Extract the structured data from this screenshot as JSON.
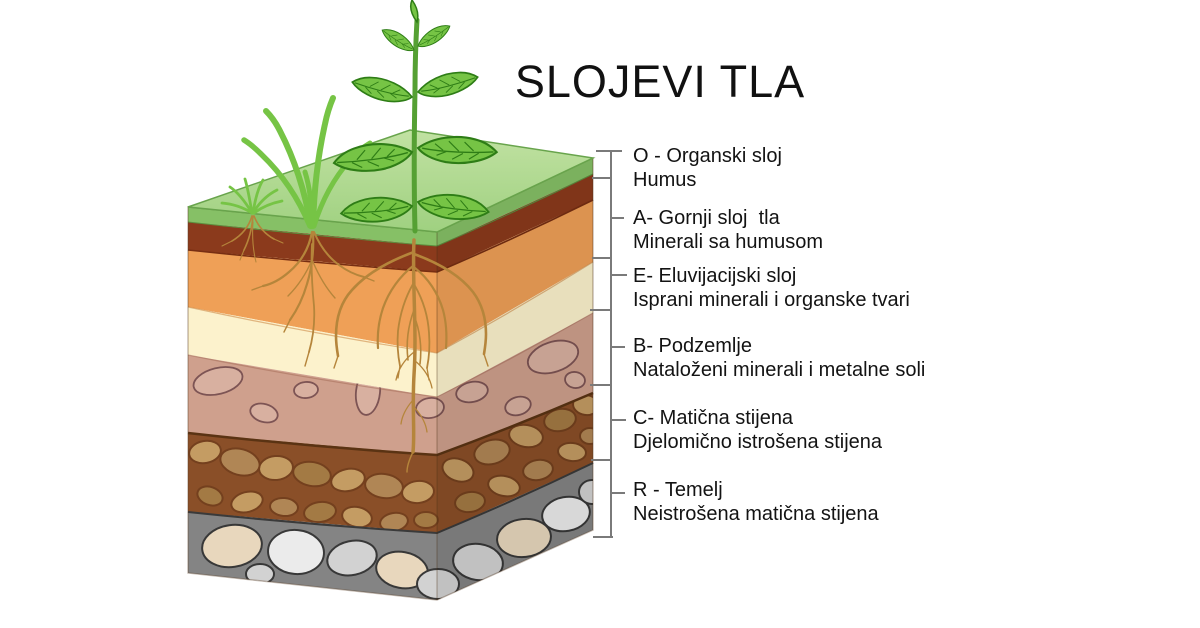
{
  "title": "SLOJEVI TLA",
  "labels": [
    {
      "code": "O - Organski sloj",
      "desc": "Humus"
    },
    {
      "code": "A- Gornji sloj  tla",
      "desc": "Minerali sa humusom"
    },
    {
      "code": "E- Eluvijacijski sloj",
      "desc": "Isprani minerali i organske tvari"
    },
    {
      "code": "B- Podzemlje",
      "desc": "Nataloženi minerali i metalne soli"
    },
    {
      "code": "C- Matična stijena",
      "desc": "Djelomično istrošena stijena"
    },
    {
      "code": "R - Temelj",
      "desc": "Neistrošena matična stijena"
    }
  ],
  "colors": {
    "grass_top_light": "#c2e2a3",
    "grass_top": "#9ed07f",
    "sod": "#86c066",
    "humus": "#8b3a1c",
    "horizon_a": "#efa057",
    "horizon_e": "#fcf2cc",
    "horizon_b": "#cfa08d",
    "horizon_c": "#8a4f28",
    "horizon_r": "#848484",
    "stone_b": "#d8b0a0",
    "stone_c1": "#c49c63",
    "stone_c2": "#b08655",
    "stone_c3": "#a37a44",
    "stone_r_tan": "#e8d7bd",
    "stone_r_white": "#ebebeb",
    "stone_r_gray": "#d2d2d2",
    "root": "#b5853b",
    "plant_green": "#76c445",
    "plant_dark": "#2e7d16",
    "ruler": "#7a7a7a",
    "text": "#131313"
  }
}
